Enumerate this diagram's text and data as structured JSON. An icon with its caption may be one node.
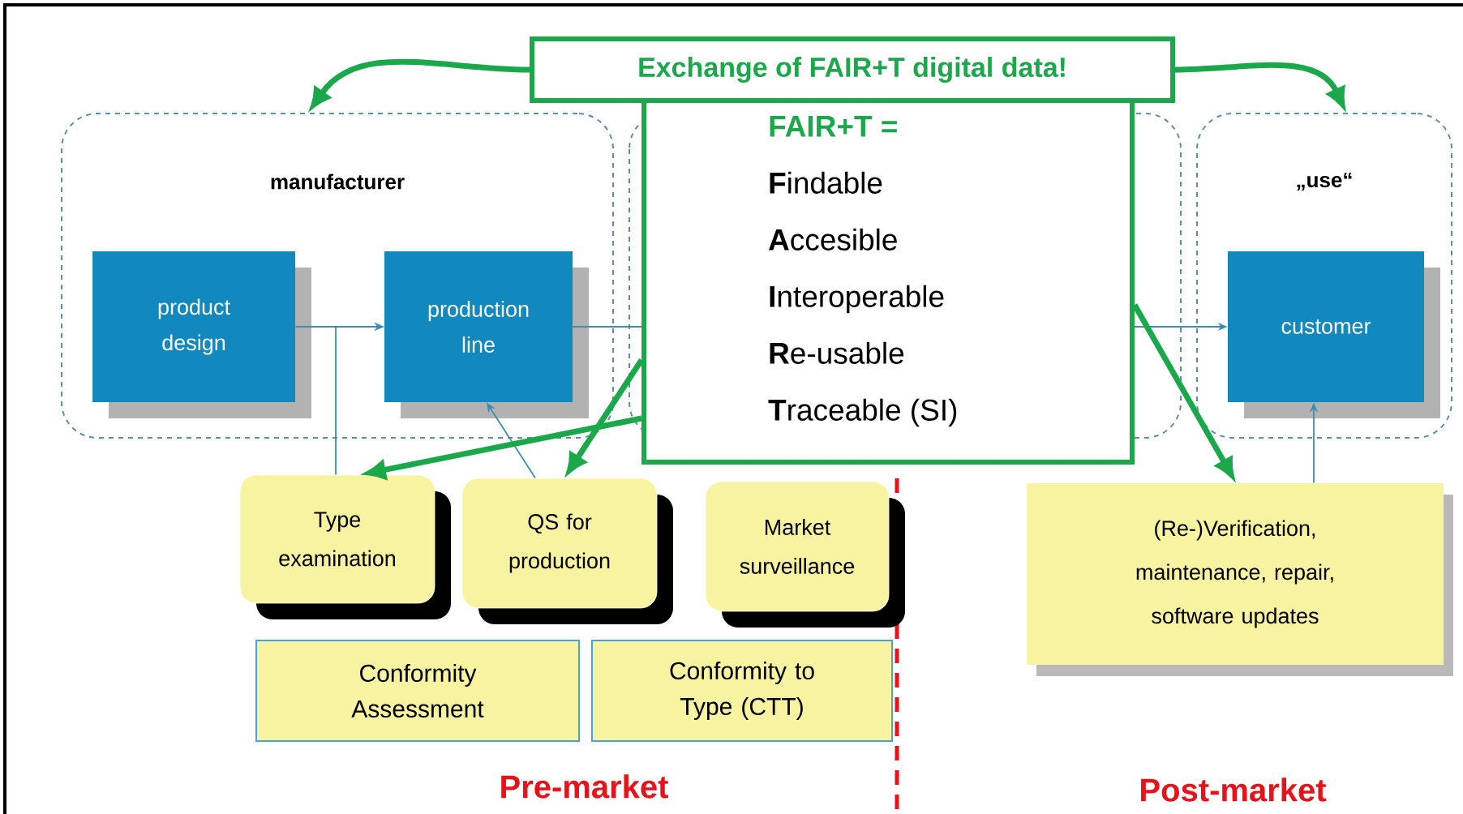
{
  "diagram": {
    "nodes": [
      {
        "text": [
          "manufacturer"
        ]
      },
      {
        "text": [
          "product design"
        ],
        "in": 0
      },
      {
        "text": [
          "production line"
        ],
        "in": 0
      },
      {
        "text": [
          "„use“"
        ]
      },
      {
        "text": [
          "customer"
        ],
        "in": 3
      },
      {
        "text": [
          "Exchange of FAIR+T digital data!"
        ]
      },
      {
        "text": [
          "FAIR+T =",
          "**F**indable",
          "**A**ccesible",
          "**I**nteroperable",
          "**R**e-usable",
          "**T**raceable (SI)"
        ]
      },
      {
        "text": [
          "Type examination"
        ]
      },
      {
        "text": [
          "QS for production"
        ]
      },
      {
        "text": [
          "Market surveillance"
        ]
      },
      {
        "text": [
          "(Re-)Verification, maintenance, repair, software updates"
        ]
      },
      {
        "text": [
          "Conformity Assessment"
        ]
      },
      {
        "text": [
          "Conformity to Type (CTT)"
        ]
      }
    ],
    "edges": [
      {
        "from": 1,
        "to": 2,
        "arrow": "to"
      },
      {
        "from": 7,
        "to": 2,
        "arrow": "to"
      },
      {
        "from": 8,
        "to": 2,
        "arrow": "to"
      },
      {
        "from": 2,
        "to": 6,
        "arrow": "none"
      },
      {
        "from": 6,
        "to": 4,
        "arrow": "to"
      },
      {
        "from": 10,
        "to": 4,
        "arrow": "to"
      },
      {
        "from": 5,
        "to": 0,
        "arrow": "to",
        "style": "thick",
        "color": "#1aa84a"
      },
      {
        "from": 5,
        "to": 3,
        "arrow": "to",
        "style": "thick",
        "color": "#1aa84a"
      },
      {
        "from": 6,
        "to": 7,
        "arrow": "to",
        "style": "thick",
        "color": "#1aa84a"
      },
      {
        "from": 6,
        "to": 8,
        "arrow": "to",
        "style": "thick",
        "color": "#1aa84a"
      },
      {
        "from": 6,
        "to": 10,
        "arrow": "to",
        "style": "thick",
        "color": "#1aa84a"
      }
    ],
    "labels": [
      "Pre-market",
      "Post-market"
    ]
  }
}
